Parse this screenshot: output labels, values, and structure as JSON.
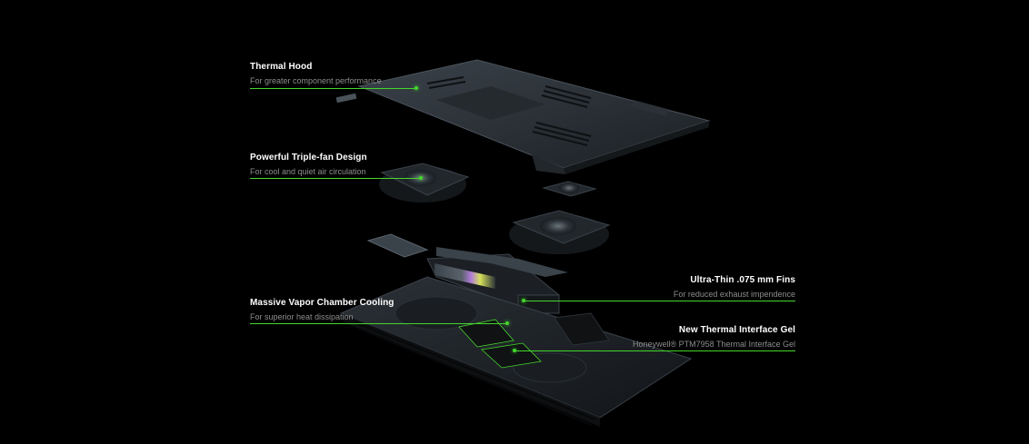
{
  "colors": {
    "background": "#000000",
    "accent": "#44d62c",
    "title_text": "#ffffff",
    "description_text": "#8d8d8d",
    "metal_dark": "#1c2024",
    "metal_mid": "#2b3137",
    "metal_light": "#3a424a"
  },
  "callouts": {
    "thermal_hood": {
      "title": "Thermal Hood",
      "description": "For greater component performance"
    },
    "triple_fan": {
      "title": "Powerful Triple-fan Design",
      "description": "For cool and quiet air circulation"
    },
    "vapor_chamber": {
      "title": "Massive Vapor Chamber Cooling",
      "description": "For superior heat dissipation"
    },
    "thin_fins": {
      "title": "Ultra-Thin .075 mm Fins",
      "description": "For reduced exhaust impendence"
    },
    "interface_gel": {
      "title": "New Thermal Interface Gel",
      "description": "Honeywell® PTM7958 Thermal Interface Gel"
    }
  }
}
